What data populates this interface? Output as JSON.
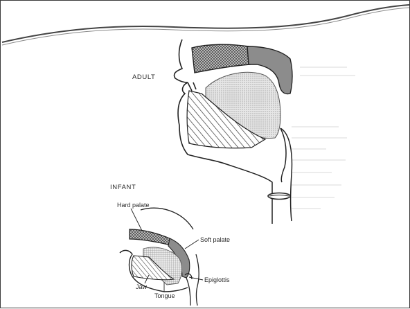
{
  "diagram": {
    "labels": {
      "adult": "ADULT",
      "infant": "INFANT",
      "hard_palate": "Hard palate",
      "soft_palate": "Soft palate",
      "epiglottis": "Epiglottis",
      "jaw": "Jaw",
      "tongue": "Tongue"
    }
  }
}
